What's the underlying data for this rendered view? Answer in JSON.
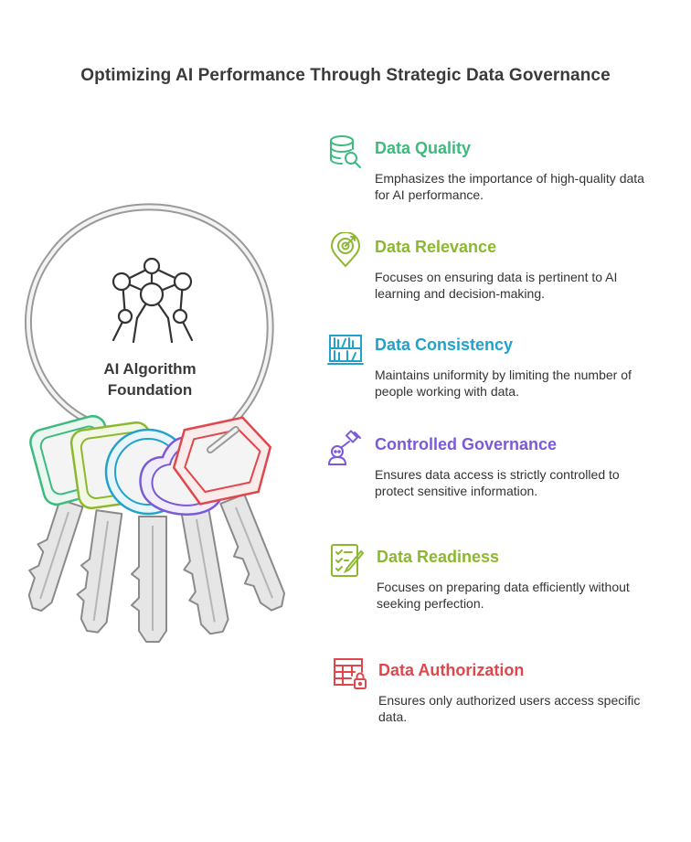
{
  "title": "Optimizing AI Performance Through Strategic Data Governance",
  "hub": {
    "line1": "AI Algorithm",
    "line2": "Foundation",
    "icon": "atom-network-icon"
  },
  "items": [
    {
      "heading": "Data Quality",
      "description": "Emphasizes the importance of high-quality data for AI performance.",
      "color": "#3dba7e",
      "icon": "database-search-icon"
    },
    {
      "heading": "Data Relevance",
      "description": "Focuses on ensuring data is pertinent to AI learning and decision-making.",
      "color": "#8cb82f",
      "icon": "target-pin-icon"
    },
    {
      "heading": "Data Consistency",
      "description": "Maintains uniformity by limiting the number of people working with data.",
      "color": "#21a2cc",
      "icon": "bookshelf-icon"
    },
    {
      "heading": "Controlled Governance",
      "description": "Ensures data access is strictly controlled to protect sensitive information.",
      "color": "#7a5ad6",
      "icon": "judge-gavel-icon"
    },
    {
      "heading": "Data Readiness",
      "description": "Focuses on preparing data efficiently without seeking perfection.",
      "color": "#8cb82f",
      "icon": "checklist-pencil-icon"
    },
    {
      "heading": "Data Authorization",
      "description": "Ensures only authorized users access specific data.",
      "color": "#e0474c",
      "icon": "table-lock-icon"
    }
  ]
}
